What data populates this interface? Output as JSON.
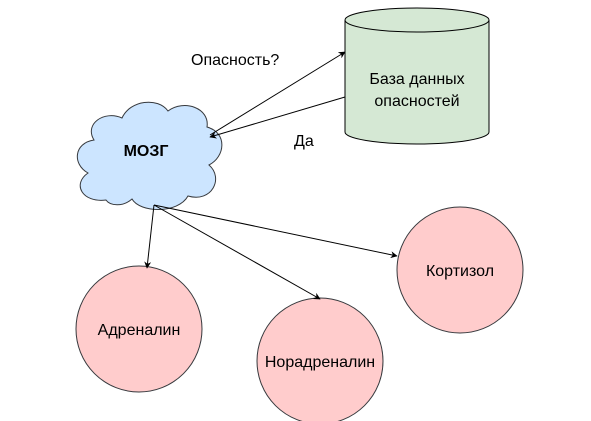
{
  "diagram": {
    "nodes": {
      "brain": {
        "label": "МОЗГ",
        "fill": "#cce5ff",
        "stroke": "#36393d"
      },
      "database": {
        "line1": "База данных",
        "line2": "опасностей",
        "fill": "#d5e8d4",
        "stroke": "#000000"
      },
      "adrenaline": {
        "label": "Адреналин",
        "fill": "#ffcccc",
        "stroke": "#36393d"
      },
      "noradrenaline": {
        "label": "Норадреналин",
        "fill": "#ffcccc",
        "stroke": "#36393d"
      },
      "cortisol": {
        "label": "Кортизол",
        "fill": "#ffcccc",
        "stroke": "#36393d"
      }
    },
    "edges": {
      "query_label": "Опасность?",
      "answer_label": "Да"
    }
  }
}
